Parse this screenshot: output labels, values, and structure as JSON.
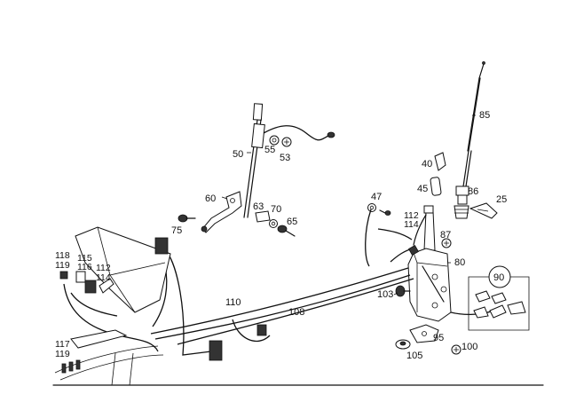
{
  "labels": {
    "p85": "85",
    "p50": "50",
    "p55": "55",
    "p53": "53",
    "p40": "40",
    "p45": "45",
    "p86": "86",
    "p25": "25",
    "p47": "47",
    "p60": "60",
    "p63": "63",
    "p70": "70",
    "p65": "65",
    "p75": "75",
    "p112a": "112",
    "p114a": "114",
    "p87": "87",
    "p80": "80",
    "p118": "118",
    "p119a": "119",
    "p115": "115",
    "p116": "116",
    "p112b": "112",
    "p114b": "114",
    "p90": "90",
    "p103": "103",
    "p110": "110",
    "p108": "108",
    "p117": "117",
    "p119b": "119",
    "p95": "95",
    "p100": "100",
    "p105": "105"
  }
}
